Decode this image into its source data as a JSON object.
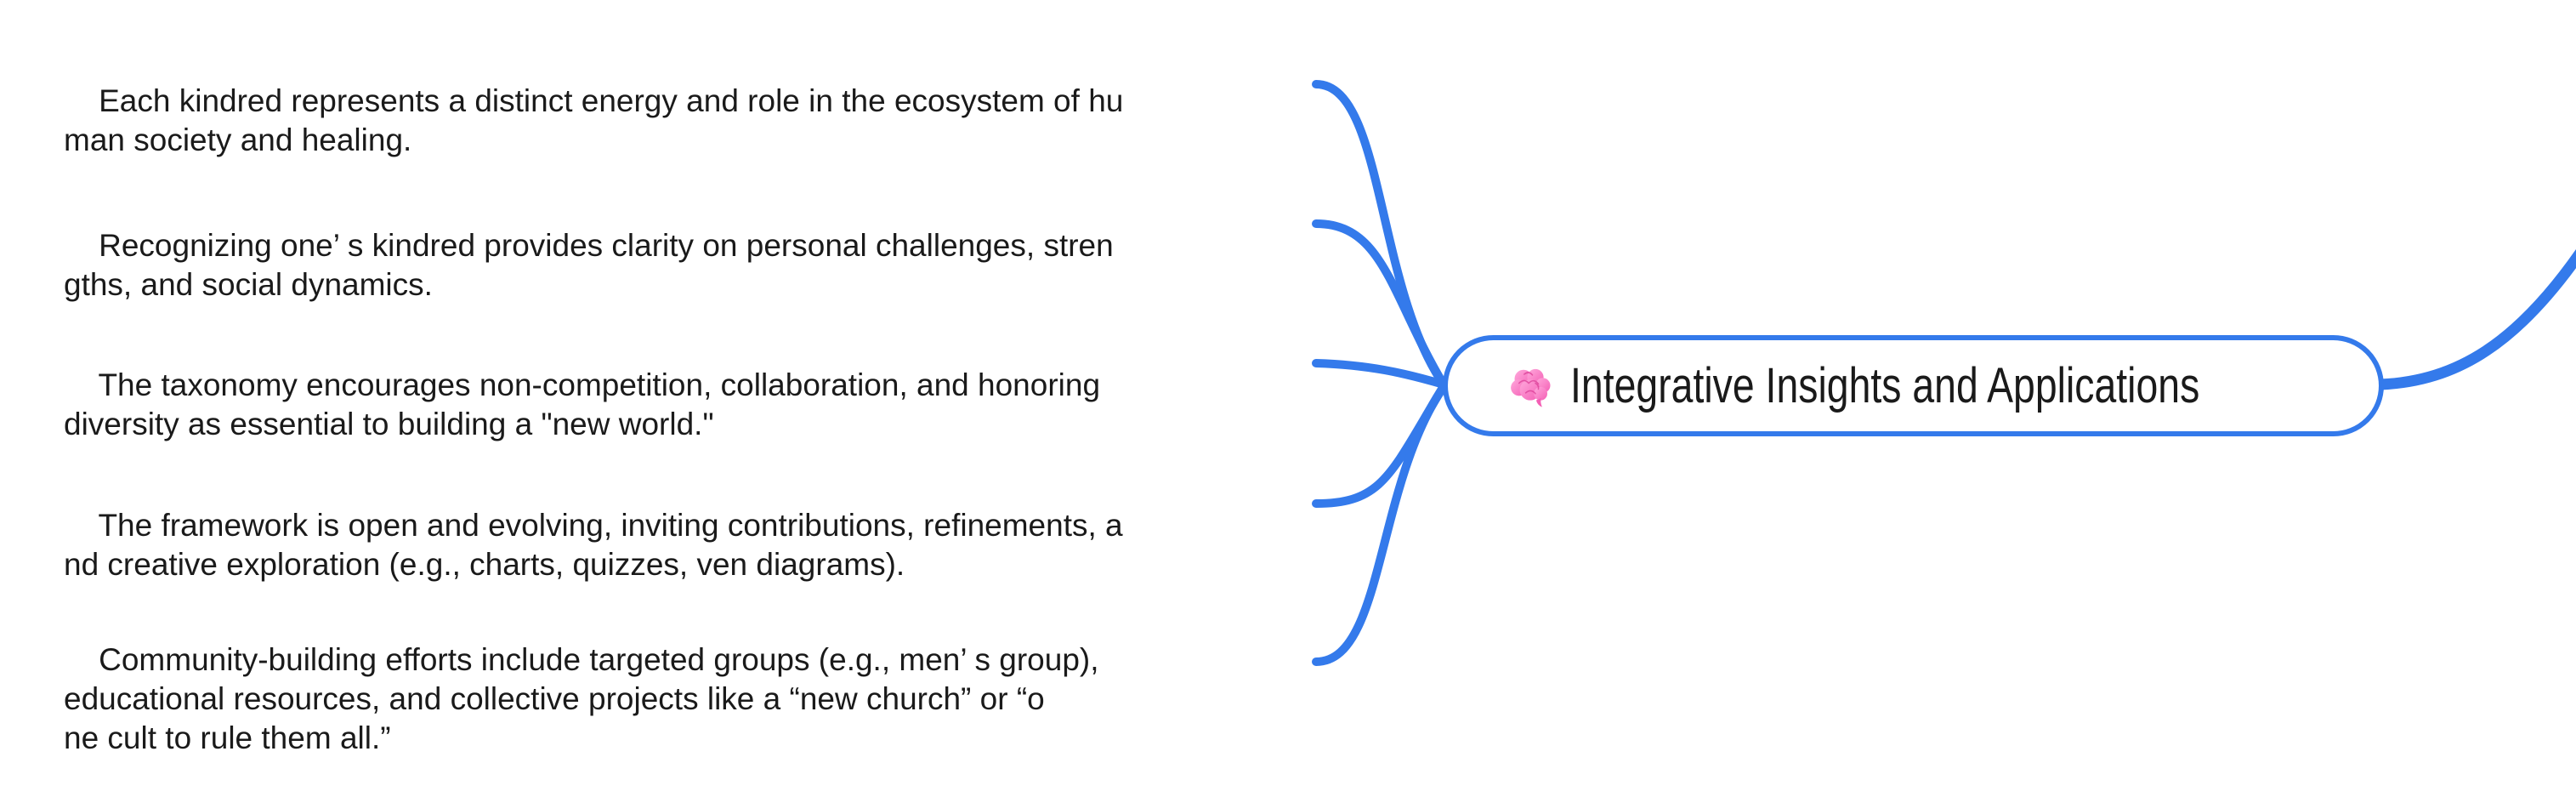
{
  "colors": {
    "branch": "#347AEB",
    "node_border": "#347AEB",
    "node_bg": "#FFFFFF",
    "text": "#1A1A1A",
    "brain_pink_light": "#FFA9DC",
    "brain_pink_mid": "#F45FB5",
    "brain_pink_dark": "#D6338F"
  },
  "center_node": {
    "label": "Integrative Insights and Applications",
    "icon": "brain-emoji"
  },
  "leaves": [
    {
      "text": "Each kindred represents a distinct energy and role in the ecosystem of hu\nman society and healing."
    },
    {
      "text": "Recognizing one’ s kindred provides clarity on personal challenges, stren\ngths, and social dynamics."
    },
    {
      "text": "The taxonomy encourages non-competition, collaboration, and honoring\ndiversity as essential to building a \"new world.\""
    },
    {
      "text": "The framework is open and evolving, inviting contributions, refinements, a\nnd creative exploration (e.g., charts, quizzes, ven diagrams)."
    },
    {
      "text": "Community-building efforts include targeted groups (e.g., men’ s group),\neducational resources, and collective projects like a “new church” or “o\nne cult to rule them all.”"
    }
  ]
}
